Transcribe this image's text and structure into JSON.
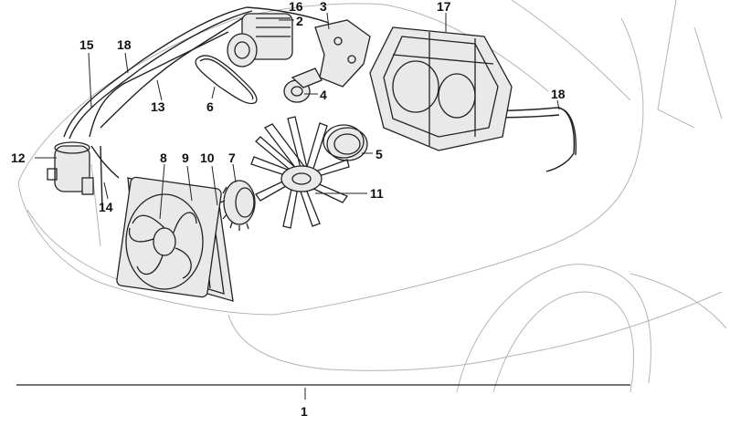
{
  "diagram": {
    "callouts": [
      {
        "id": "c1",
        "label": "1"
      },
      {
        "id": "c2",
        "label": "2"
      },
      {
        "id": "c3",
        "label": "3"
      },
      {
        "id": "c4",
        "label": "4"
      },
      {
        "id": "c5",
        "label": "5"
      },
      {
        "id": "c6",
        "label": "6"
      },
      {
        "id": "c7",
        "label": "7"
      },
      {
        "id": "c8",
        "label": "8"
      },
      {
        "id": "c9",
        "label": "9"
      },
      {
        "id": "c10",
        "label": "10"
      },
      {
        "id": "c11",
        "label": "11"
      },
      {
        "id": "c12",
        "label": "12"
      },
      {
        "id": "c13",
        "label": "13"
      },
      {
        "id": "c14",
        "label": "14"
      },
      {
        "id": "c15",
        "label": "15"
      },
      {
        "id": "c16",
        "label": "16"
      },
      {
        "id": "c17",
        "label": "17"
      },
      {
        "id": "c18a",
        "label": "18"
      },
      {
        "id": "c18b",
        "label": "18"
      }
    ]
  }
}
